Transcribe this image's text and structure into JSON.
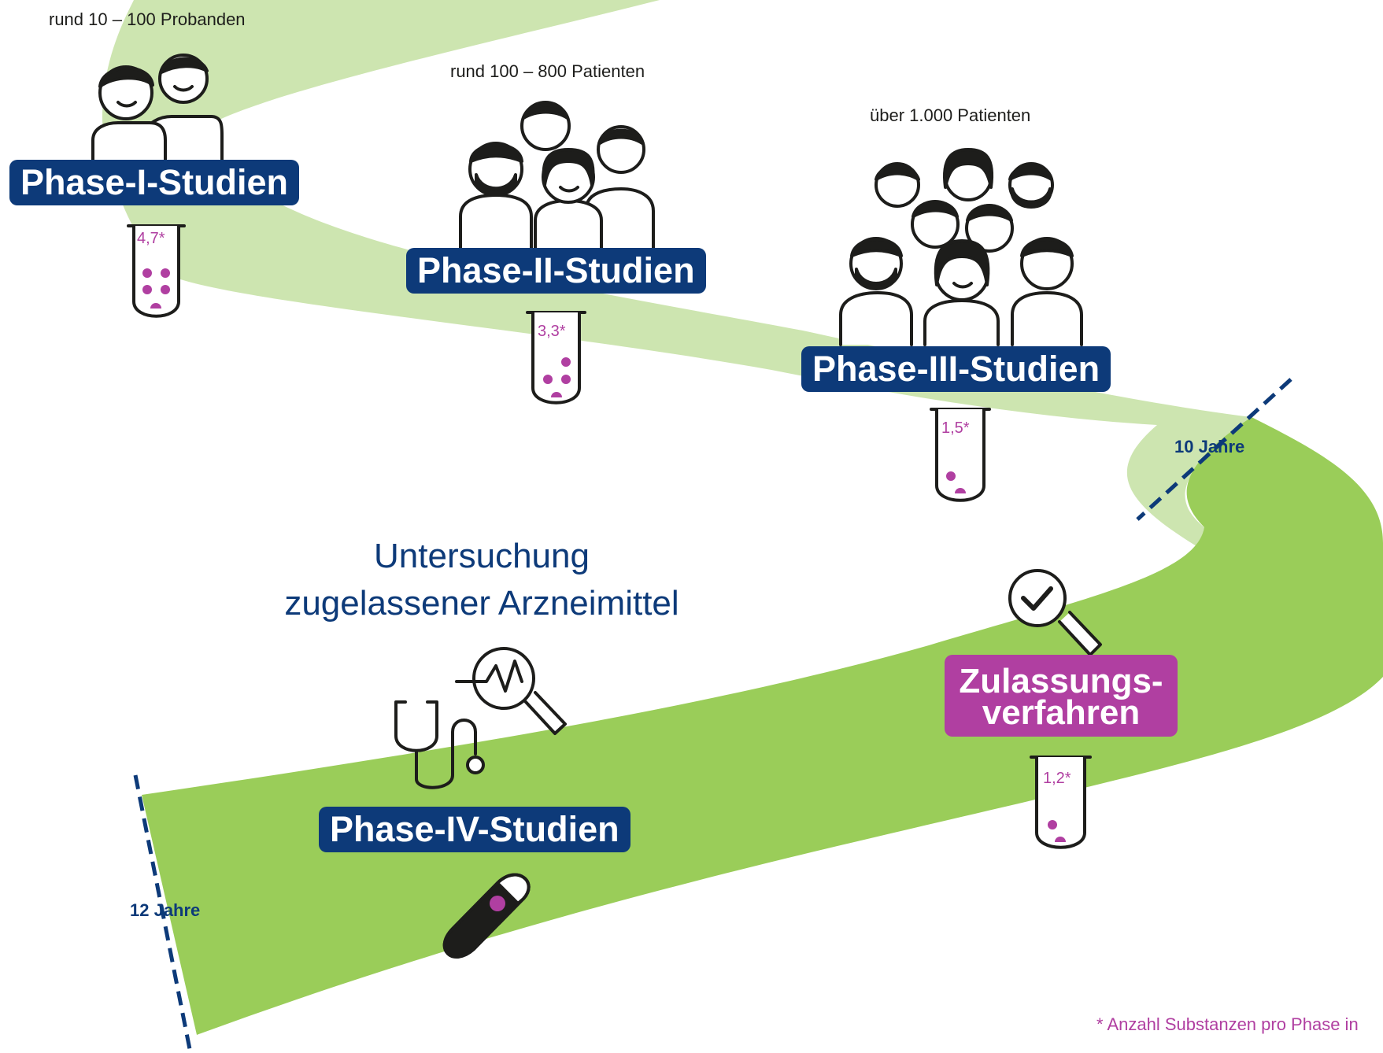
{
  "colors": {
    "road_light": "#cde5b0",
    "road_dark": "#9acd59",
    "navy": "#0d3a79",
    "magenta": "#b03fa1",
    "outline": "#1d1d1b"
  },
  "phases": [
    {
      "label": "Phase-I-Studien",
      "participants": "rund 10 – 100 Probanden",
      "substances": "4,7*",
      "icon": "two-people-icon"
    },
    {
      "label": "Phase-II-Studien",
      "participants": "rund 100 – 800 Patienten",
      "substances": "3,3*",
      "icon": "group-of-four-people-icon"
    },
    {
      "label": "Phase-III-Studien",
      "participants": "über 1.000 Patienten",
      "substances": "1,5*",
      "icon": "large-crowd-icon"
    }
  ],
  "approval": {
    "line1": "Zulassungs-",
    "line2": "verfahren",
    "substances": "1,2*",
    "icon": "magnifier-check-icon"
  },
  "phase4": {
    "headline_line1": "Untersuchung",
    "headline_line2": "zugelassener Arzneimittel",
    "label": "Phase-IV-Studien",
    "icons": [
      "stethoscope-icon",
      "magnifier-heartbeat-icon",
      "capsule-icon"
    ]
  },
  "milestones": [
    "10 Jahre",
    "12 Jahre"
  ],
  "footnote": "* Anzahl Substanzen pro Phase in"
}
